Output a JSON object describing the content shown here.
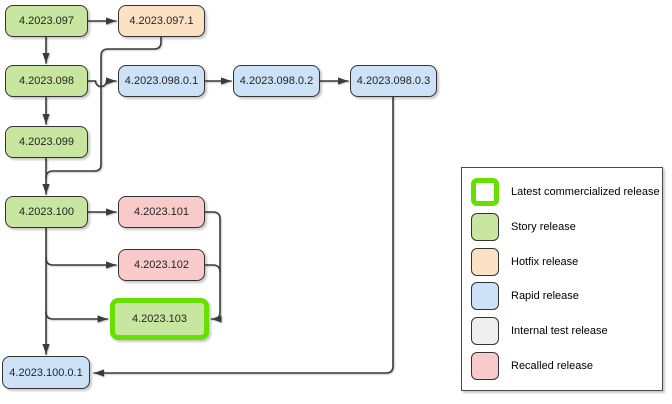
{
  "diagram": {
    "nodes": [
      {
        "id": "v097",
        "label": "4.2023.097",
        "type": "story"
      },
      {
        "id": "v097_1",
        "label": "4.2023.097.1",
        "type": "hotfix"
      },
      {
        "id": "v098",
        "label": "4.2023.098",
        "type": "story"
      },
      {
        "id": "v098_0_1",
        "label": "4.2023.098.0.1",
        "type": "rapid"
      },
      {
        "id": "v098_0_2",
        "label": "4.2023.098.0.2",
        "type": "rapid"
      },
      {
        "id": "v098_0_3",
        "label": "4.2023.098.0.3",
        "type": "rapid"
      },
      {
        "id": "v099",
        "label": "4.2023.099",
        "type": "story"
      },
      {
        "id": "v100",
        "label": "4.2023.100",
        "type": "story"
      },
      {
        "id": "v101",
        "label": "4.2023.101",
        "type": "recalled"
      },
      {
        "id": "v102",
        "label": "4.2023.102",
        "type": "recalled"
      },
      {
        "id": "v103",
        "label": "4.2023.103",
        "type": "story",
        "latest_commercialized": true
      },
      {
        "id": "v100_0_1",
        "label": "4.2023.100.0.1",
        "type": "rapid"
      }
    ],
    "edges": [
      {
        "from": "4.2023.097",
        "to": "4.2023.097.1"
      },
      {
        "from": "4.2023.097",
        "to": "4.2023.098"
      },
      {
        "from": "4.2023.097.1",
        "to": "4.2023.100"
      },
      {
        "from": "4.2023.098",
        "to": "4.2023.098.0.1"
      },
      {
        "from": "4.2023.098.0.1",
        "to": "4.2023.098.0.2"
      },
      {
        "from": "4.2023.098.0.2",
        "to": "4.2023.098.0.3"
      },
      {
        "from": "4.2023.098",
        "to": "4.2023.099"
      },
      {
        "from": "4.2023.099",
        "to": "4.2023.100"
      },
      {
        "from": "4.2023.100",
        "to": "4.2023.101"
      },
      {
        "from": "4.2023.100",
        "to": "4.2023.102"
      },
      {
        "from": "4.2023.100",
        "to": "4.2023.103"
      },
      {
        "from": "4.2023.101",
        "to": "4.2023.103"
      },
      {
        "from": "4.2023.102",
        "to": "4.2023.103"
      },
      {
        "from": "4.2023.100",
        "to": "4.2023.100.0.1"
      },
      {
        "from": "4.2023.098.0.3",
        "to": "4.2023.100.0.1"
      }
    ]
  },
  "legend": {
    "items": [
      {
        "label": "Latest commercialized release",
        "type": "latest"
      },
      {
        "label": "Story release",
        "type": "story"
      },
      {
        "label": "Hotfix release",
        "type": "hotfix"
      },
      {
        "label": "Rapid release",
        "type": "rapid"
      },
      {
        "label": "Internal test release",
        "type": "internal"
      },
      {
        "label": "Recalled release",
        "type": "recalled"
      }
    ]
  },
  "colors": {
    "story": "#c8e6a0",
    "hotfix": "#fbe2c5",
    "rapid": "#cde1f7",
    "internal": "#eeeeee",
    "recalled": "#f8caca",
    "latest_border": "#66e000",
    "stroke": "#3b3b3b",
    "border": "#333333",
    "text": "#242424"
  }
}
